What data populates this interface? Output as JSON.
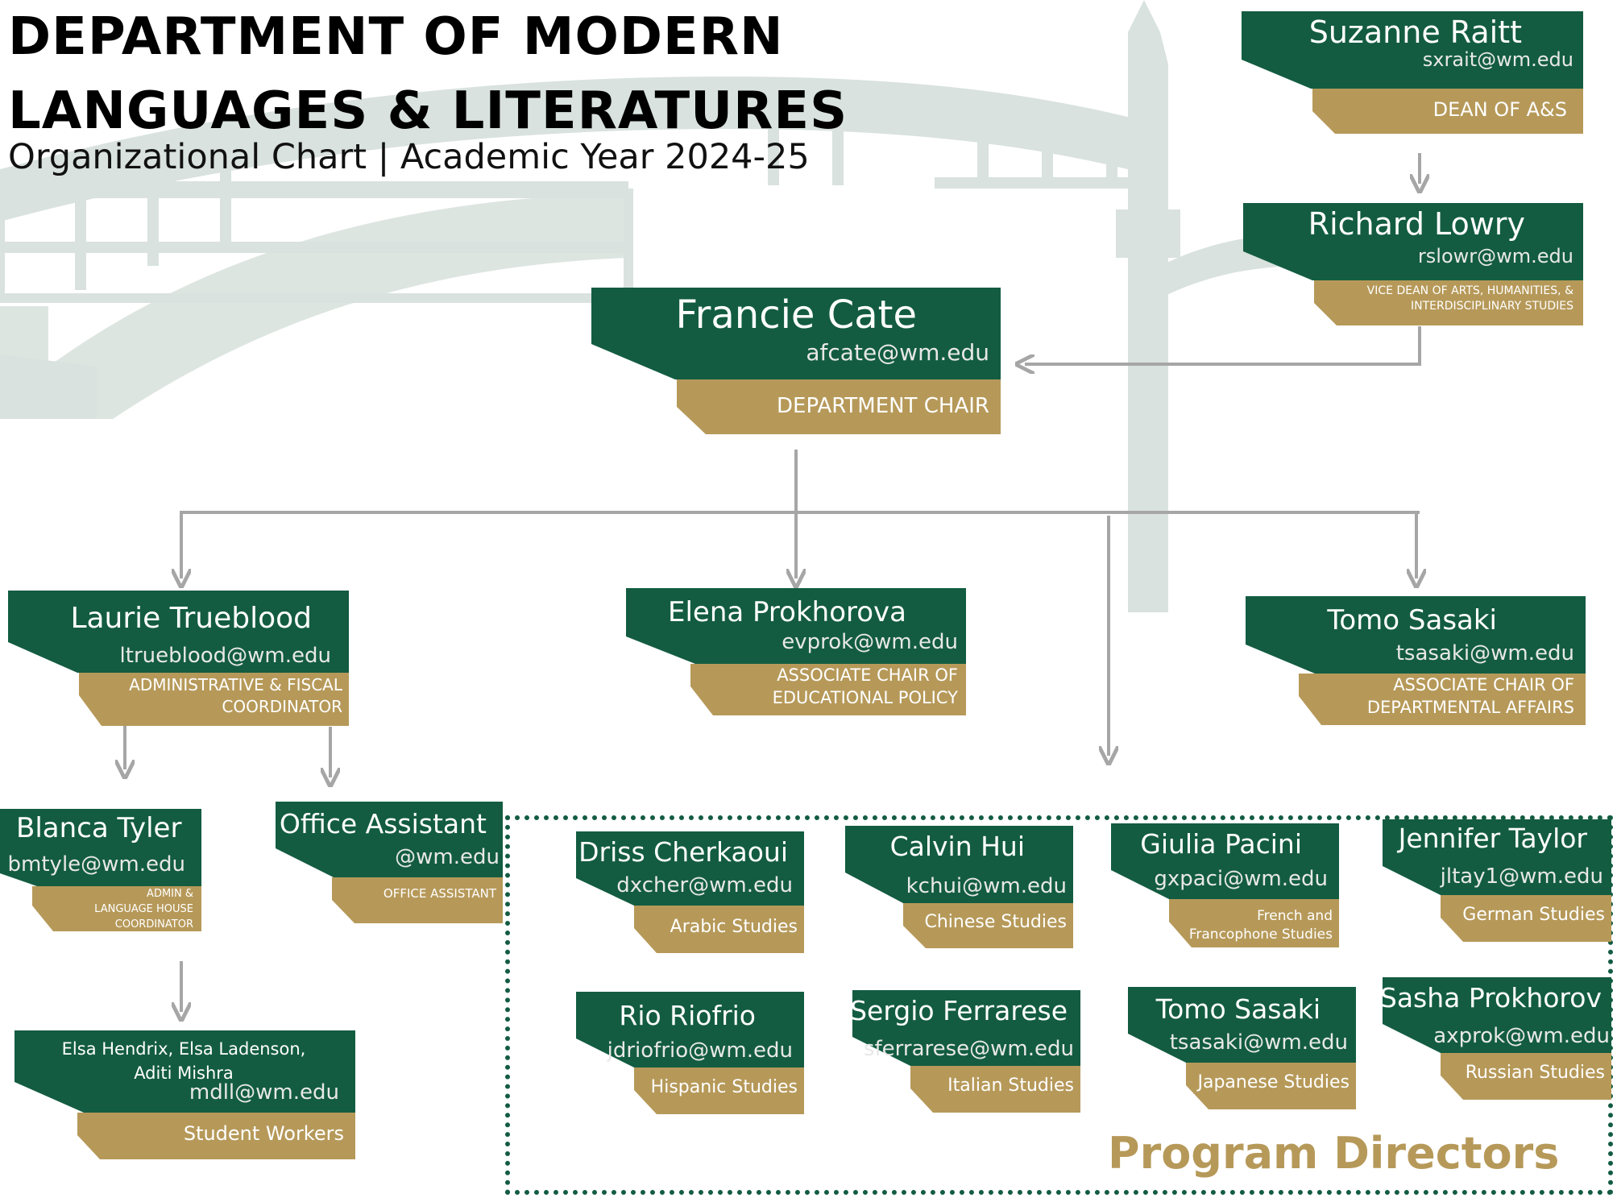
{
  "header": {
    "title_line1": "DEPARTMENT OF MODERN",
    "title_line2": "LANGUAGES & LITERATURES",
    "subtitle": "Organizational Chart | Academic Year 2024-25"
  },
  "colors": {
    "green": "#135c42",
    "gold": "#b69959",
    "connector": "#a6a6a6",
    "background_bridge": "#d9e2de"
  },
  "leadership": {
    "dean": {
      "name": "Suzanne Raitt",
      "email": "sxrait@wm.edu",
      "role": "DEAN OF A&S"
    },
    "vice_dean": {
      "name": "Richard Lowry",
      "email": "rslowr@wm.edu",
      "role_line1": "VICE DEAN OF ARTS, HUMANITIES, &",
      "role_line2": "INTERDISCIPLINARY STUDIES"
    },
    "chair": {
      "name": "Francie Cate",
      "email": "afcate@wm.edu",
      "role": "DEPARTMENT CHAIR"
    }
  },
  "staff": {
    "coordinator": {
      "name": "Laurie Trueblood",
      "email": "ltrueblood@wm.edu",
      "role_line1": "ADMINISTRATIVE & FISCAL",
      "role_line2": "COORDINATOR"
    },
    "assoc_chair_policy": {
      "name": "Elena Prokhorova",
      "email": "evprok@wm.edu",
      "role_line1": "ASSOCIATE CHAIR OF",
      "role_line2": "EDUCATIONAL POLICY"
    },
    "assoc_chair_affairs": {
      "name": "Tomo Sasaki",
      "email": "tsasaki@wm.edu",
      "role_line1": "ASSOCIATE CHAIR OF",
      "role_line2": "DEPARTMENTAL AFFAIRS"
    },
    "house_coordinator": {
      "name": "Blanca Tyler",
      "email": "bmtyle@wm.edu",
      "role_line1": "ADMIN &",
      "role_line2": "LANGUAGE HOUSE",
      "role_line3": "COORDINATOR"
    },
    "office_assistant": {
      "name": "Office Assistant",
      "email": "@wm.edu",
      "role": "OFFICE ASSISTANT"
    },
    "student_workers": {
      "name_line1": "Elsa Hendrix, Elsa Ladenson,",
      "name_line2": "Aditi Mishra",
      "email": "mdll@wm.edu",
      "role": "Student Workers"
    }
  },
  "program_directors": {
    "label": "Program Directors",
    "items": [
      {
        "name": "Driss Cherkaoui",
        "email": "dxcher@wm.edu",
        "program": "Arabic Studies"
      },
      {
        "name": "Calvin Hui",
        "email": "kchui@wm.edu",
        "program": "Chinese Studies"
      },
      {
        "name": "Giulia Pacini",
        "email": "gxpaci@wm.edu",
        "program_line1": "French and",
        "program_line2": "Francophone Studies"
      },
      {
        "name": "Jennifer Taylor",
        "email": "jltay1@wm.edu",
        "program": "German Studies"
      },
      {
        "name": "Rio Riofrio",
        "email": "jdriofrio@wm.edu",
        "program": "Hispanic Studies"
      },
      {
        "name": "Sergio Ferrarese",
        "email": "sferrarese@wm.edu",
        "program": "Italian Studies"
      },
      {
        "name": "Tomo Sasaki",
        "email": "tsasaki@wm.edu",
        "program": "Japanese Studies"
      },
      {
        "name": "Sasha Prokhorov",
        "email": "axprok@wm.edu",
        "program": "Russian Studies"
      }
    ]
  }
}
